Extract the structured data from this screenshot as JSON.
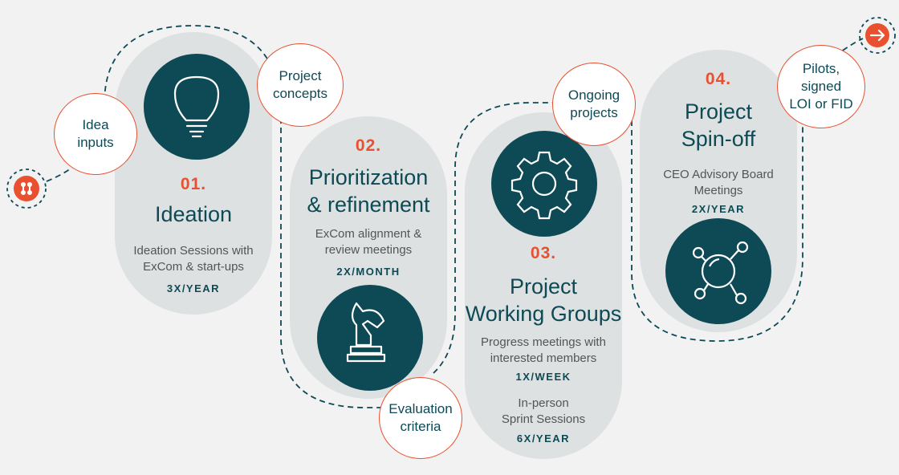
{
  "stages": [
    {
      "number": "01.",
      "title": "Ideation",
      "desc": "Ideation Sessions with\nExCom & start-ups",
      "freq": "3X/YEAR",
      "icon": "lightbulb-icon"
    },
    {
      "number": "02.",
      "title": "Prioritization\n& refinement",
      "desc": "ExCom alignment &\nreview meetings",
      "freq": "2X/MONTH",
      "icon": "chess-knight-icon"
    },
    {
      "number": "03.",
      "title": "Project\nWorking Groups",
      "desc": "Progress meetings with\ninterested members",
      "freq": "1X/WEEK",
      "desc2": "In-person\nSprint Sessions",
      "freq2": "6X/YEAR",
      "icon": "gear-icon"
    },
    {
      "number": "04.",
      "title": "Project\nSpin-off",
      "desc": "CEO Advisory Board\nMeetings",
      "freq": "2X/YEAR",
      "icon": "network-icon"
    }
  ],
  "bubbles": {
    "idea_inputs": "Idea\ninputs",
    "project_concepts": "Project\nconcepts",
    "evaluation_criteria": "Evaluation\ncriteria",
    "ongoing_projects": "Ongoing\nprojects",
    "pilots": "Pilots,\nsigned\nLOI or FID"
  },
  "colors": {
    "accent": "#e8502f",
    "teal": "#0d4a55",
    "pill": "#dde1e1",
    "background": "#f2f2f2"
  }
}
